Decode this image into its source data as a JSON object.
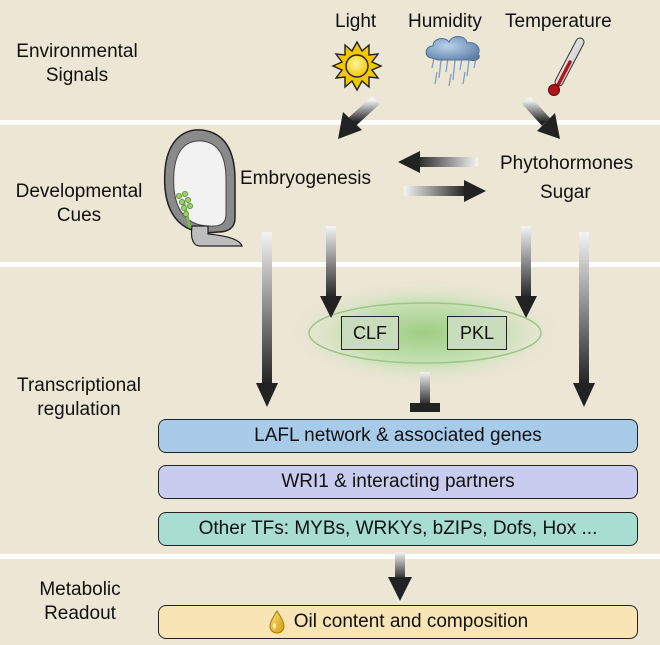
{
  "rows": {
    "environmental": "Environmental Signals",
    "developmental": "Developmental Cues",
    "transcriptional": "Transcriptional regulation",
    "metabolic": "Metabolic Readout"
  },
  "signals": {
    "light": "Light",
    "humidity": "Humidity",
    "temperature": "Temperature"
  },
  "cues": {
    "embryogenesis": "Embryogenesis",
    "phytohormones": "Phytohormones",
    "sugar": "Sugar"
  },
  "regulators": {
    "clf": "CLF",
    "pkl": "PKL"
  },
  "bars": {
    "lafl": "LAFL network & associated genes",
    "wri1": "WRI1 & interacting partners",
    "other_tfs": "Other TFs: MYBs, WRKYs, bZIPs, Dofs, Hox ...",
    "oil": "Oil content and composition"
  },
  "colors": {
    "band": "#ece6d5",
    "lafl": "#a9cbea",
    "wri1": "#c8cdf0",
    "other_tfs": "#a8ddd2",
    "oil": "#f8e4b4",
    "glow": "#b5d8a0"
  },
  "icons": [
    "sun-icon",
    "rain-cloud-icon",
    "thermometer-icon",
    "seed-icon",
    "oil-drop-icon"
  ]
}
